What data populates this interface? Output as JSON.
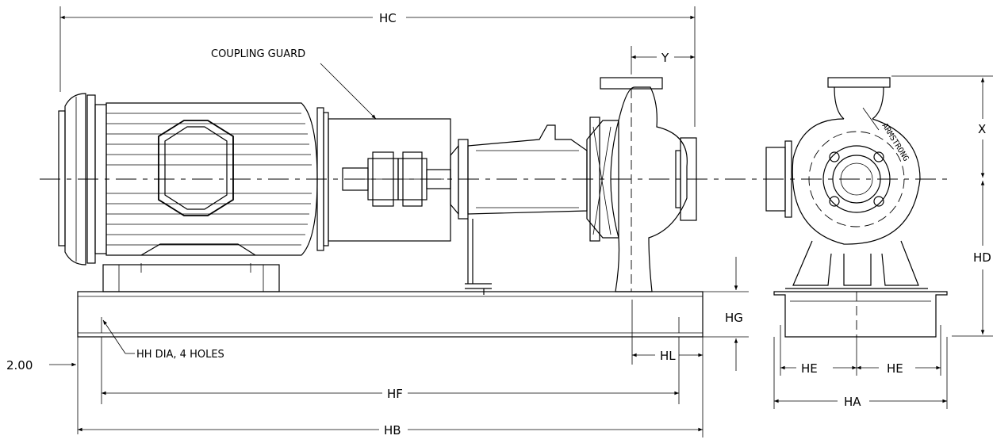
{
  "labels": {
    "hc": "HC",
    "y": "Y",
    "coupling_guard": "COUPLING GUARD",
    "x": "X",
    "hd": "HD",
    "hg": "HG",
    "hh": "HH DIA, 4 HOLES",
    "hl": "HL",
    "offset": "2.00",
    "hf": "HF",
    "hb": "HB",
    "he_left": "HE",
    "he_right": "HE",
    "ha": "HA",
    "brand": "ARMSTRONG"
  }
}
